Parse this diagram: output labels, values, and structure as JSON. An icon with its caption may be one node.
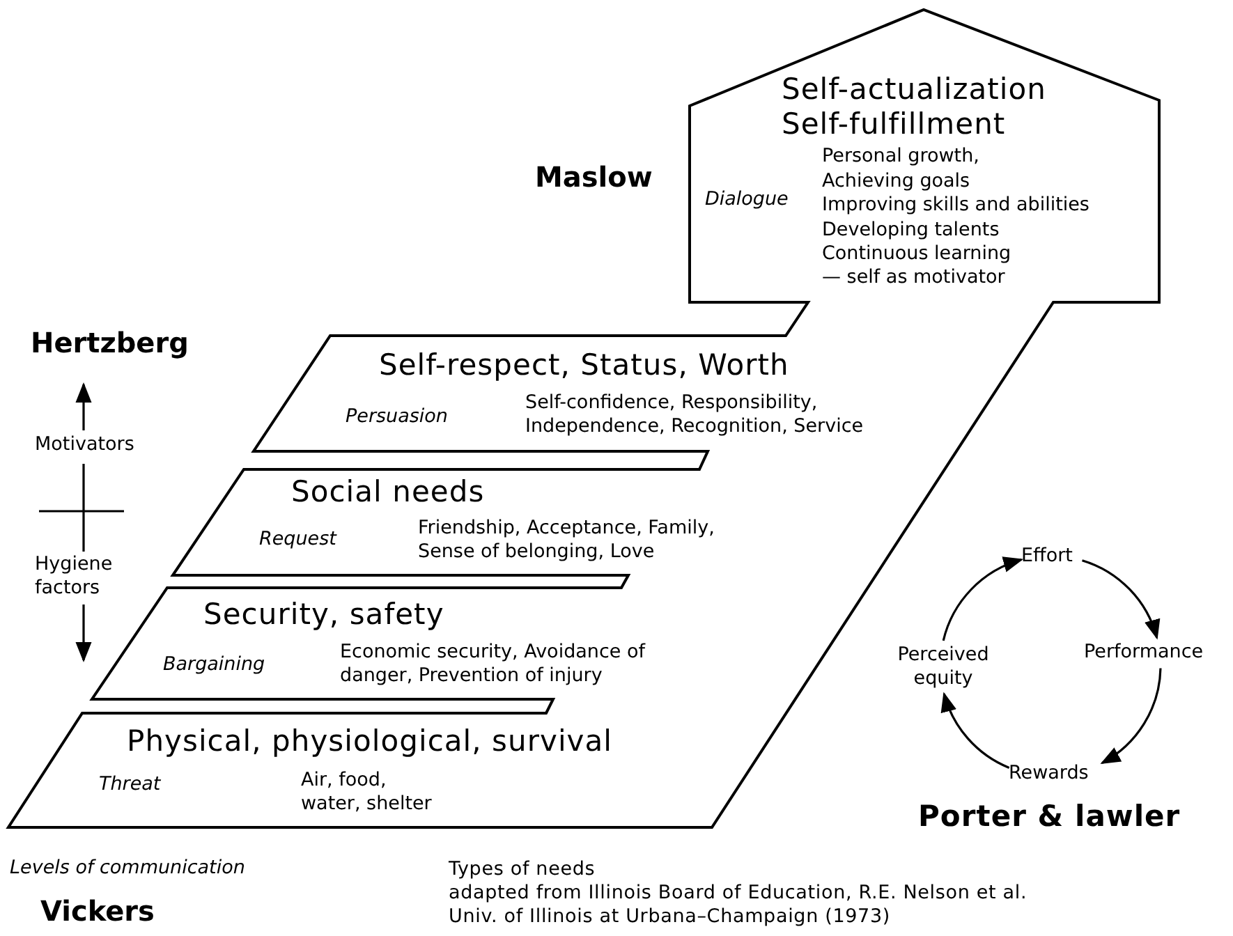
{
  "diagram": {
    "nodes": [
      {
        "text": [
          "Self-actualization",
          "Self-fulfillment",
          "Dialogue",
          "Personal growth,",
          "Achieving goals",
          "Improving skills and abilities",
          "Developing talents",
          "Continuous learning",
          "— self as motivator"
        ]
      },
      {
        "text": [
          "Self-respect, Status, Worth",
          "Persuasion",
          "Self-confidence, Responsibility, Independence, Recognition, Service"
        ]
      },
      {
        "text": [
          "Social needs",
          "Request",
          "Friendship, Acceptance, Family, Sense of belonging, Love"
        ]
      },
      {
        "text": [
          "Security, safety",
          "Bargaining",
          "Economic security, Avoidance of danger, Prevention of injury"
        ]
      },
      {
        "text": [
          "Physical, physiological, survival",
          "Threat",
          "Air, food, water, shelter"
        ]
      },
      {
        "text": [
          "Effort"
        ]
      },
      {
        "text": [
          "Performance"
        ]
      },
      {
        "text": [
          "Rewards"
        ]
      },
      {
        "text": [
          "Perceived equity"
        ]
      }
    ],
    "edges": [
      {
        "from": 5,
        "to": 6,
        "arrow": "to"
      },
      {
        "from": 6,
        "to": 7,
        "arrow": "to"
      },
      {
        "from": 7,
        "to": 8,
        "arrow": "to"
      },
      {
        "from": 8,
        "to": 5,
        "arrow": "to"
      }
    ],
    "labels": [
      "Maslow",
      "Hertzberg",
      "Motivators",
      "Hygiene factors",
      "Porter & lawler",
      "Levels of communication",
      "Types of needs",
      "adapted from Illinois Board of Education, R.E. Nelson et al.",
      "Vickers",
      "Univ. of Illinois at Urbana–Champaign (1973)"
    ]
  }
}
